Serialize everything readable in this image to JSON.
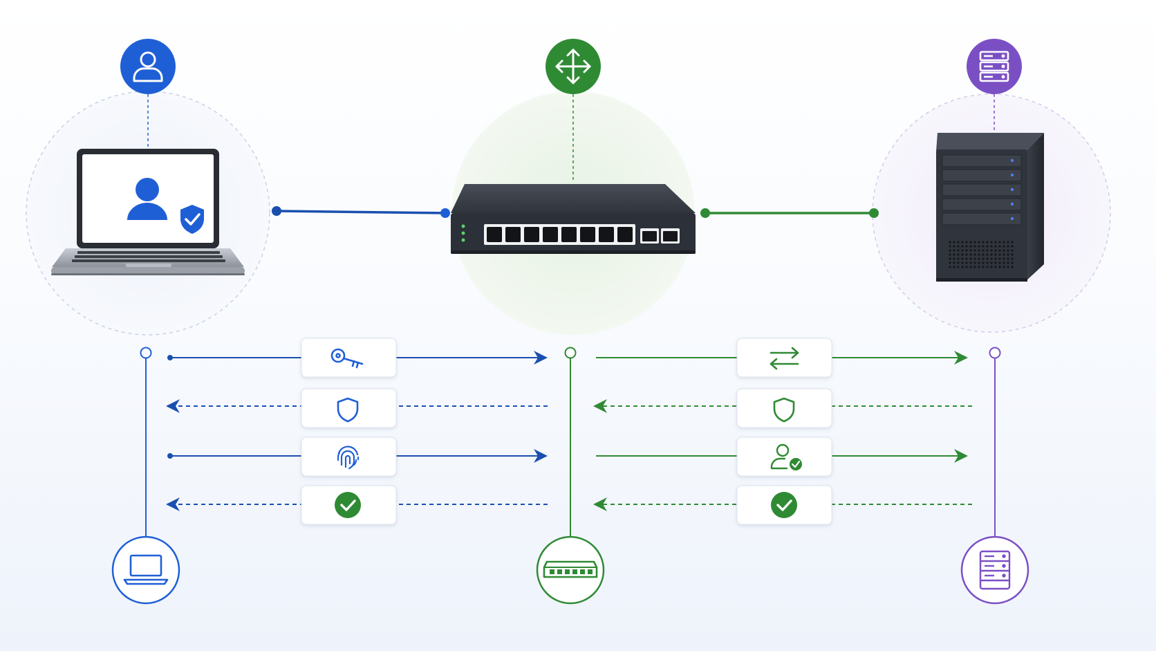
{
  "colors": {
    "client": "#1f5fd6",
    "client_dark": "#1a4fb0",
    "switch": "#2f8a34",
    "server": "#7b4fc4",
    "check": "#2f8a34",
    "device_dark": "#2c3038"
  },
  "nodes": [
    {
      "id": "client",
      "role": "laptop",
      "badge_icon": "user-icon",
      "device_icon": "laptop-icon"
    },
    {
      "id": "switch",
      "role": "network-switch",
      "badge_icon": "move-arrows-icon",
      "device_icon": "switch-icon"
    },
    {
      "id": "server",
      "role": "server",
      "badge_icon": "server-rack-icon",
      "device_icon": "server-icon"
    }
  ],
  "flows": [
    {
      "between": [
        "client",
        "switch"
      ],
      "steps": [
        {
          "icon": "key-icon",
          "direction": "forward",
          "line": "solid"
        },
        {
          "icon": "shield-icon",
          "direction": "back",
          "line": "dashed"
        },
        {
          "icon": "fingerprint-icon",
          "direction": "forward",
          "line": "solid"
        },
        {
          "icon": "check-circle-icon",
          "direction": "back",
          "line": "dashed"
        }
      ]
    },
    {
      "between": [
        "switch",
        "server"
      ],
      "steps": [
        {
          "icon": "swap-arrows-icon",
          "direction": "forward",
          "line": "solid"
        },
        {
          "icon": "shield-icon",
          "direction": "back",
          "line": "dashed"
        },
        {
          "icon": "user-check-icon",
          "direction": "forward",
          "line": "solid"
        },
        {
          "icon": "check-circle-icon",
          "direction": "back",
          "line": "dashed"
        }
      ]
    }
  ]
}
